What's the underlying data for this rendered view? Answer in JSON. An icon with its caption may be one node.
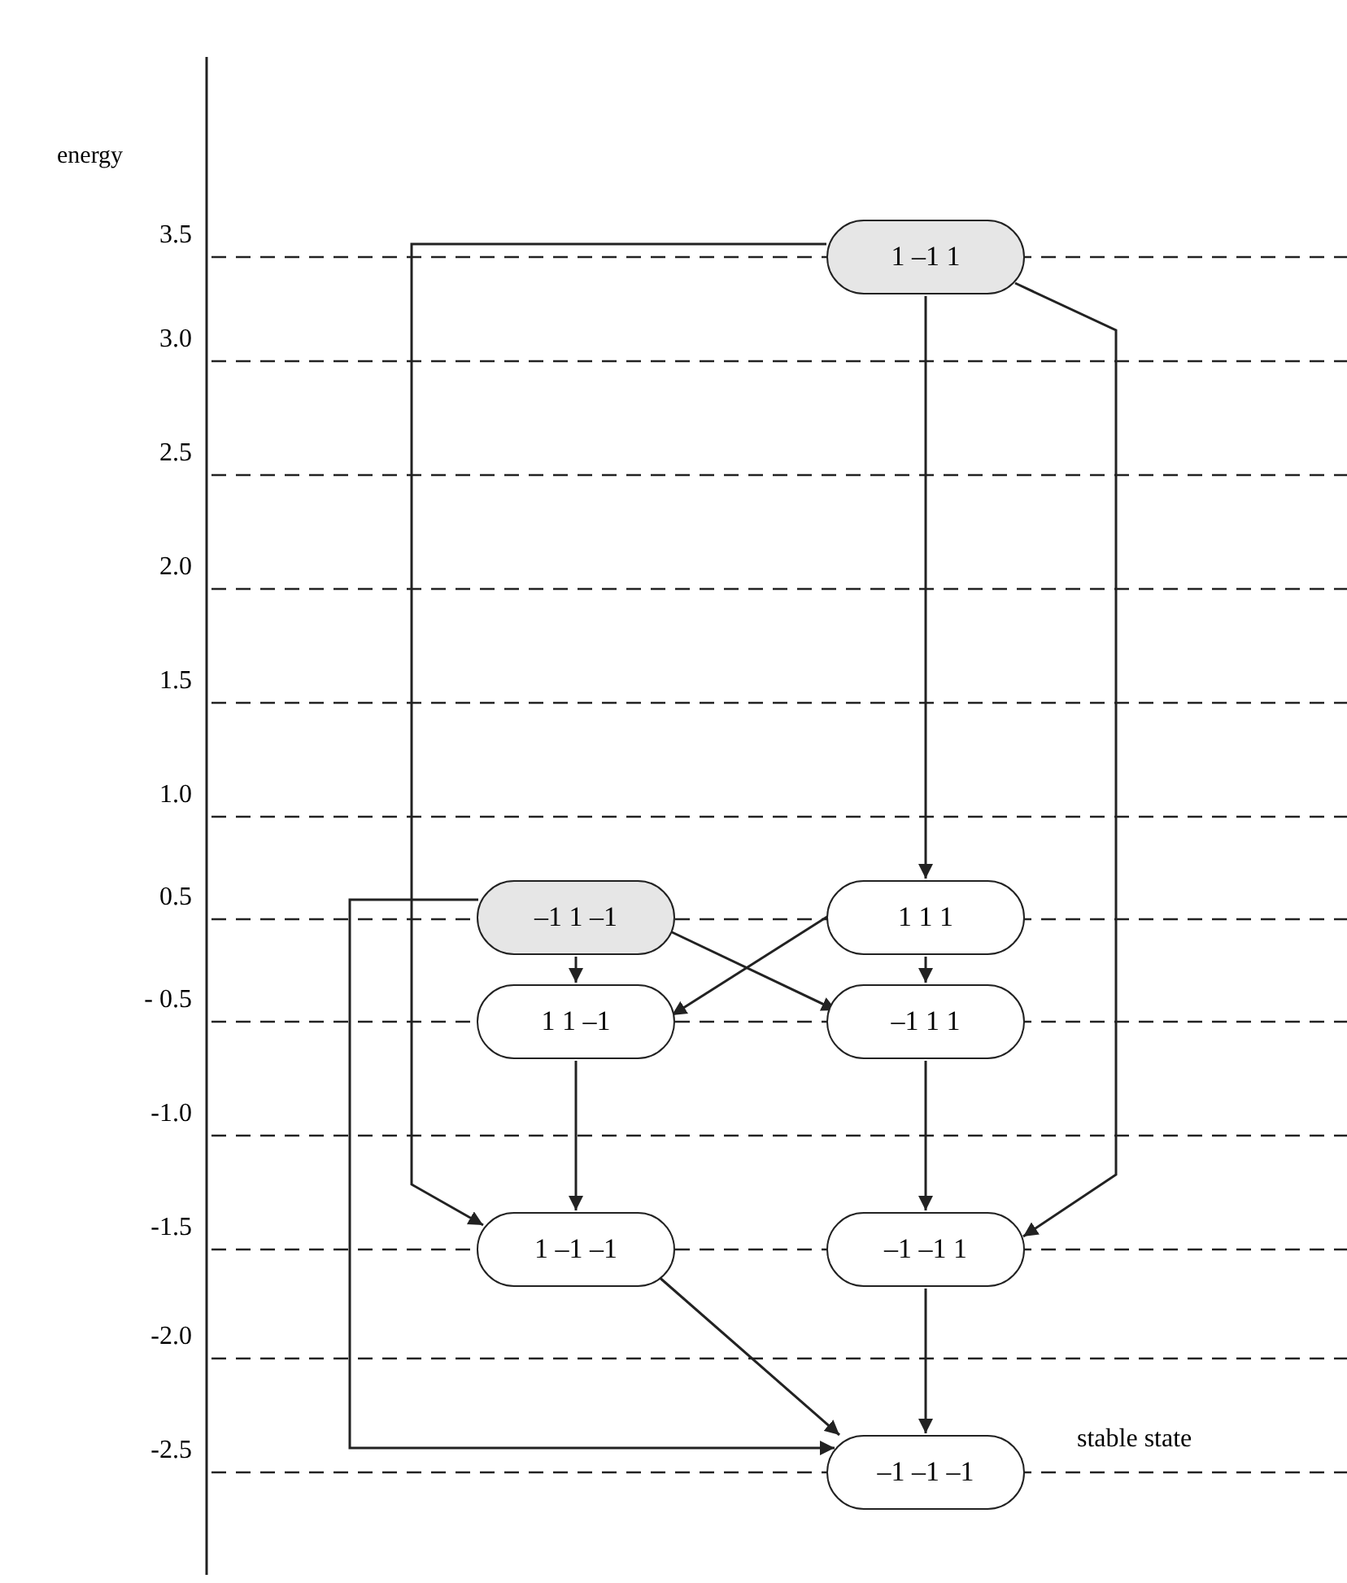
{
  "diagram": {
    "nodes": [
      {
        "text": [
          "1 –1 1"
        ]
      },
      {
        "text": [
          "–1 1 –1"
        ]
      },
      {
        "text": [
          "1 1 1"
        ]
      },
      {
        "text": [
          "1 1 –1"
        ]
      },
      {
        "text": [
          "–1 1 1"
        ]
      },
      {
        "text": [
          "1 –1 –1"
        ]
      },
      {
        "text": [
          "–1 –1 1"
        ]
      },
      {
        "text": [
          "–1 –1 –1"
        ],
        "beside": [
          "stable state"
        ]
      }
    ],
    "edges": [
      {
        "from": 0,
        "to": 5,
        "arrow": "to"
      },
      {
        "from": 0,
        "to": 2,
        "arrow": "to"
      },
      {
        "from": 0,
        "to": 6,
        "arrow": "to"
      },
      {
        "from": 1,
        "to": 7,
        "arrow": "to"
      },
      {
        "from": 1,
        "to": 3,
        "arrow": "to"
      },
      {
        "from": 1,
        "to": 4,
        "arrow": "to"
      },
      {
        "from": 2,
        "to": 3,
        "arrow": "to"
      },
      {
        "from": 2,
        "to": 4,
        "arrow": "to"
      },
      {
        "from": 3,
        "to": 5,
        "arrow": "to"
      },
      {
        "from": 4,
        "to": 6,
        "arrow": "to"
      },
      {
        "from": 5,
        "to": 7,
        "arrow": "to"
      },
      {
        "from": 6,
        "to": 7,
        "arrow": "to"
      }
    ],
    "labels": [
      "energy",
      "3.5",
      "3.0",
      "2.5",
      "2.0",
      "1.5",
      "1.0",
      "0.5",
      "- 0.5",
      "-1.0",
      "-1.5",
      "-2.0",
      "-2.5"
    ]
  }
}
